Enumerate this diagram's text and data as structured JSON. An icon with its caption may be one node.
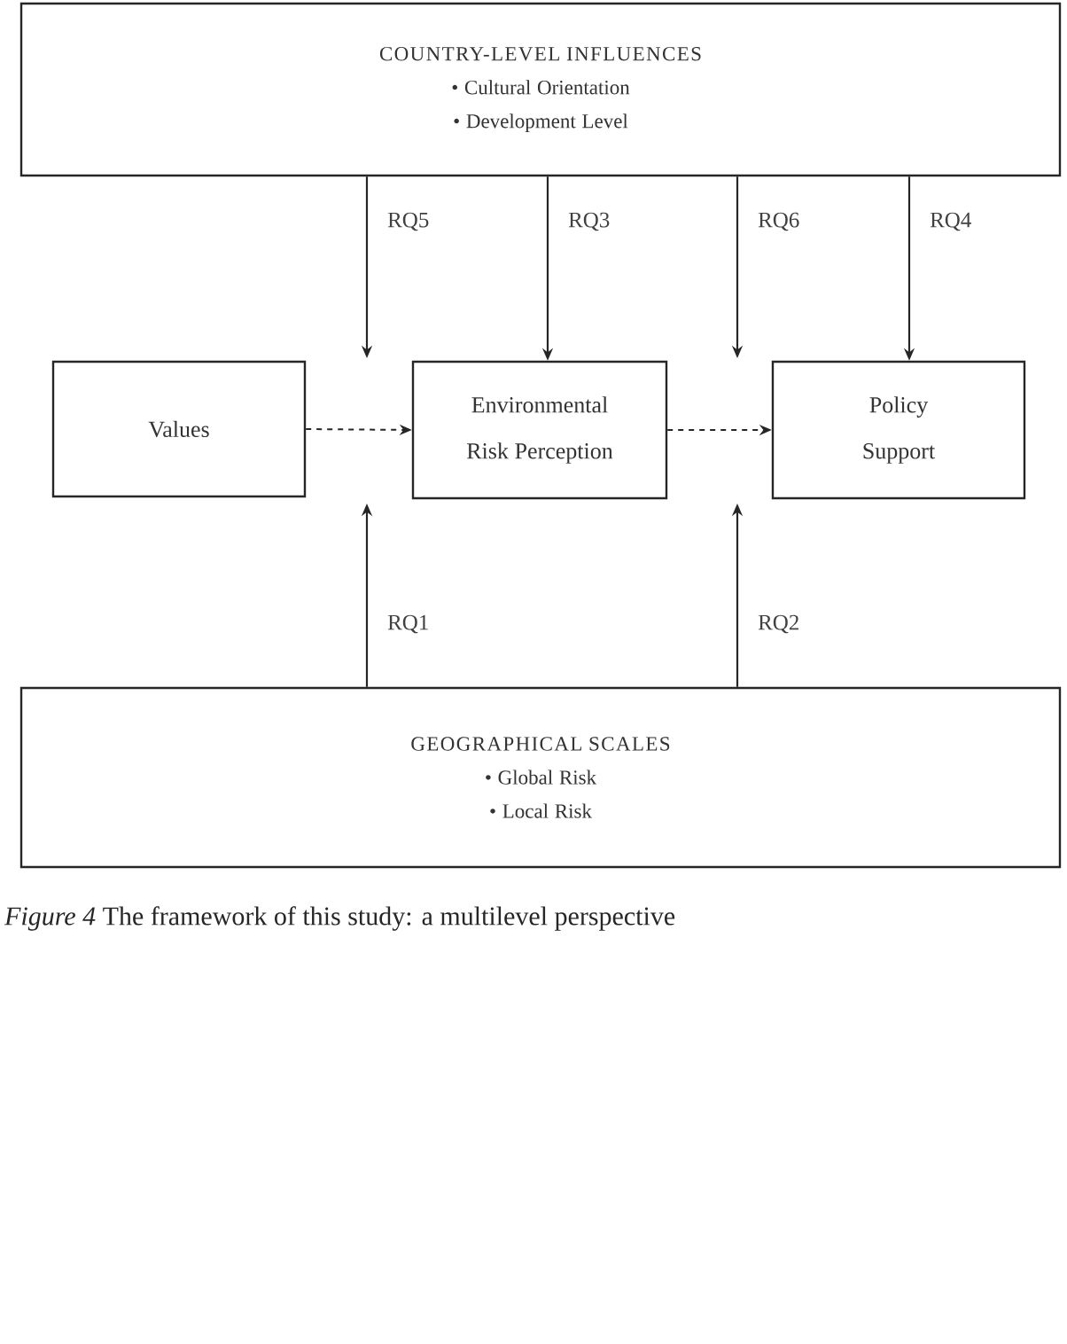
{
  "diagram": {
    "caption": "*Figure 4* The framework of this study: a multilevel perspective",
    "nodes": [
      {
        "text": [
          "COUNTRY-LEVEL INFLUENCES",
          "• Cultural Orientation",
          "• Development Level"
        ]
      },
      {
        "text": [
          "Values"
        ]
      },
      {
        "text": [
          "Environmental Risk Perception"
        ]
      },
      {
        "text": [
          "Policy Support"
        ]
      },
      {
        "text": [
          "GEOGRAPHICAL SCALES",
          "• Global Risk",
          "• Local Risk"
        ]
      }
    ],
    "edges": [
      {
        "from": 0,
        "to": null,
        "arrow": "to",
        "label": "RQ5"
      },
      {
        "from": 0,
        "to": 2,
        "arrow": "to",
        "label": "RQ3"
      },
      {
        "from": 0,
        "to": null,
        "arrow": "to",
        "label": "RQ6"
      },
      {
        "from": 0,
        "to": 3,
        "arrow": "to",
        "label": "RQ4"
      },
      {
        "from": 1,
        "to": 2,
        "arrow": "to",
        "style": "dashed"
      },
      {
        "from": 2,
        "to": 3,
        "arrow": "to",
        "style": "dashed"
      },
      {
        "from": 4,
        "to": null,
        "arrow": "to",
        "label": "RQ1"
      },
      {
        "from": 4,
        "to": null,
        "arrow": "to",
        "label": "RQ2"
      }
    ]
  }
}
